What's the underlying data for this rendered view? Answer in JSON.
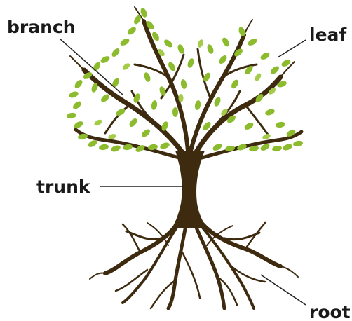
{
  "labels": {
    "branch": "branch",
    "leaf": "leaf",
    "trunk": "trunk",
    "root": "root"
  },
  "colors": {
    "bark": "#3d2a0f",
    "leaf": "#8dbb2e",
    "leaf_light": "#a5cc48",
    "leader_line": "#222222",
    "text": "#1a1a1a"
  }
}
